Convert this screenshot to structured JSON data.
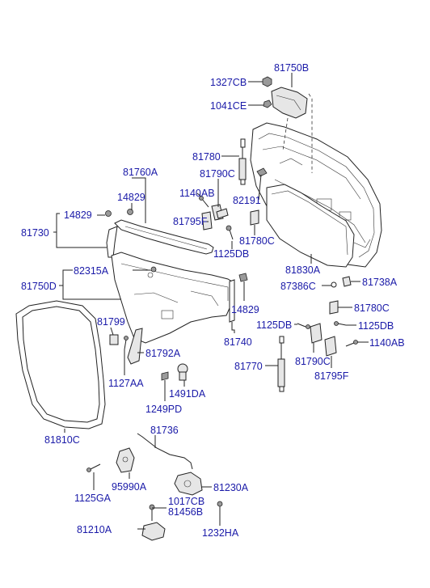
{
  "diagram": {
    "part_labels": [
      {
        "key": "81750B",
        "text": "81750B"
      },
      {
        "key": "1327CB",
        "text": "1327CB"
      },
      {
        "key": "1041CE",
        "text": "1041CE"
      },
      {
        "key": "81780_top",
        "text": "81780"
      },
      {
        "key": "81760A",
        "text": "81760A"
      },
      {
        "key": "81790C_top",
        "text": "81790C"
      },
      {
        "key": "14829_a",
        "text": "14829"
      },
      {
        "key": "1140AB_top",
        "text": "1140AB"
      },
      {
        "key": "82191",
        "text": "82191"
      },
      {
        "key": "14829_b",
        "text": "14829"
      },
      {
        "key": "81795F_top",
        "text": "81795F"
      },
      {
        "key": "81730",
        "text": "81730"
      },
      {
        "key": "81780C_top",
        "text": "81780C"
      },
      {
        "key": "1125DB_top",
        "text": "1125DB"
      },
      {
        "key": "82315A",
        "text": "82315A"
      },
      {
        "key": "81830A",
        "text": "81830A"
      },
      {
        "key": "81750D",
        "text": "81750D"
      },
      {
        "key": "87386C",
        "text": "87386C"
      },
      {
        "key": "81738A",
        "text": "81738A"
      },
      {
        "key": "14829_c",
        "text": "14829"
      },
      {
        "key": "81780C_right",
        "text": "81780C"
      },
      {
        "key": "81799",
        "text": "81799"
      },
      {
        "key": "1125DB_mid",
        "text": "1125DB"
      },
      {
        "key": "1125DB_right",
        "text": "1125DB"
      },
      {
        "key": "81740",
        "text": "81740"
      },
      {
        "key": "1140AB_right",
        "text": "1140AB"
      },
      {
        "key": "81792A",
        "text": "81792A"
      },
      {
        "key": "81770",
        "text": "81770"
      },
      {
        "key": "81790C_right",
        "text": "81790C"
      },
      {
        "key": "81795F_right",
        "text": "81795F"
      },
      {
        "key": "1127AA",
        "text": "1127AA"
      },
      {
        "key": "1491DA",
        "text": "1491DA"
      },
      {
        "key": "1249PD",
        "text": "1249PD"
      },
      {
        "key": "81810C",
        "text": "81810C"
      },
      {
        "key": "81736",
        "text": "81736"
      },
      {
        "key": "95990A",
        "text": "95990A"
      },
      {
        "key": "81230A",
        "text": "81230A"
      },
      {
        "key": "1125GA",
        "text": "1125GA"
      },
      {
        "key": "1017CB",
        "text": "1017CB"
      },
      {
        "key": "81456B",
        "text": "81456B"
      },
      {
        "key": "81210A",
        "text": "81210A"
      },
      {
        "key": "1232HA",
        "text": "1232HA"
      }
    ]
  }
}
